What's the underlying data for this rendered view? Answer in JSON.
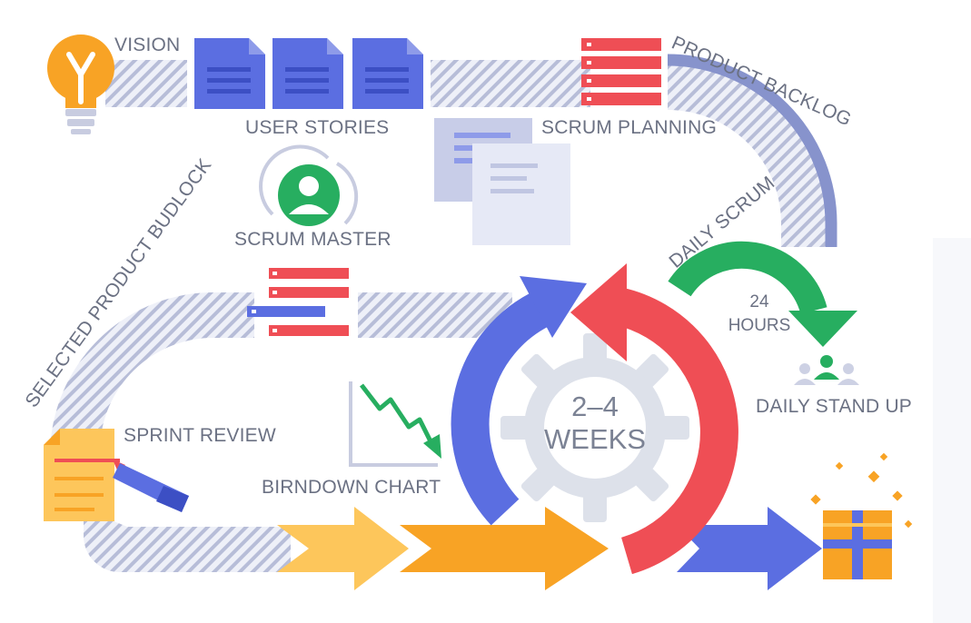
{
  "labels": {
    "vision": "VISION",
    "user_stories": "USER STORIES",
    "product_backlog": "PRODUCT BACKLOG",
    "scrum_planning": "SCRUM PLANNING",
    "scrum_master": "SCRUM MASTER",
    "daily_scrum": "DAILY SCRUM",
    "selected_product_backlog": "SELECTED PRODUCT BUDLOCK",
    "hours_value": "24",
    "hours_unit": "HOURS",
    "daily_stand_up": "DAILY STAND UP",
    "sprint_review": "SPRINT REVIEW",
    "burndown_chart": "BIRNDOWN CHART",
    "cycle_range": "2–4",
    "cycle_unit": "WEEKS"
  },
  "colors": {
    "blue": "#5b6ee1",
    "red": "#ef4e55",
    "green": "#27ae60",
    "yellow": "#fdc65b",
    "orange": "#f8a325",
    "gear": "#dde1ea",
    "stripe": "#b7bdd8",
    "backlog_arc": "#8793cc",
    "text": "#6b7183"
  },
  "icons": {
    "vision": "lightbulb-icon",
    "user_stories": "document-icon",
    "product_backlog": "list-icon",
    "scrum_planning": "board-icon",
    "scrum_master": "user-avatar-icon",
    "daily_stand_up": "team-icon",
    "sprint_review": "notepad-icon",
    "burndown_chart": "line-chart-icon",
    "cycle": "gear-icon",
    "deliverable": "gift-box-icon"
  }
}
